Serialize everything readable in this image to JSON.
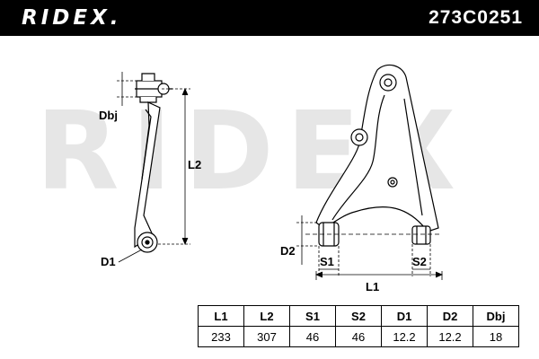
{
  "header": {
    "brand": "RIDEX.",
    "part_number": "273C0251"
  },
  "watermark": "RIDEX",
  "dimension_labels": {
    "dbj": "Dbj",
    "l2": "L2",
    "d1": "D1",
    "d2": "D2",
    "s1": "S1",
    "s2": "S2",
    "l1": "L1"
  },
  "spec_table": {
    "headers": [
      "L1",
      "L2",
      "S1",
      "S2",
      "D1",
      "D2",
      "Dbj"
    ],
    "values": [
      "233",
      "307",
      "46",
      "46",
      "12.2",
      "12.2",
      "18"
    ]
  }
}
